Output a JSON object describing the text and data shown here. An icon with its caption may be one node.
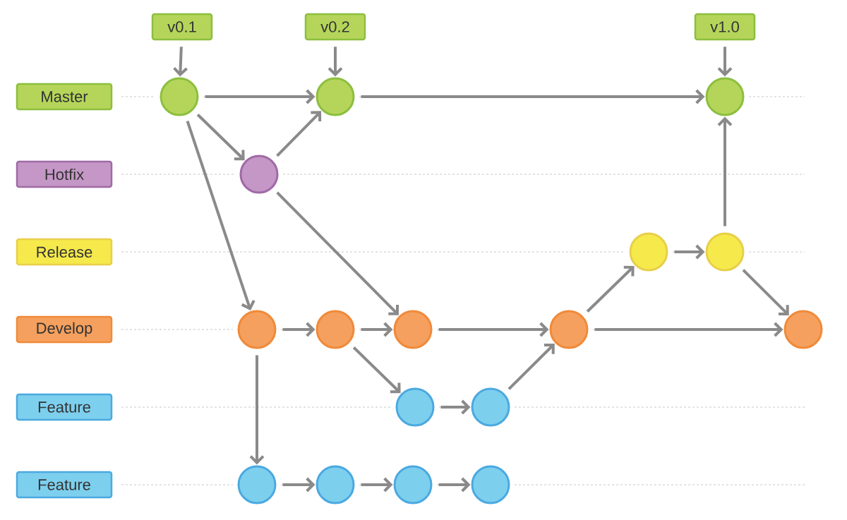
{
  "diagram": {
    "nodes": [
      {
        "text": [
          "v0.1"
        ]
      },
      {
        "text": [
          "v0.2"
        ]
      },
      {
        "text": [
          "v1.0"
        ]
      },
      {
        "text": [
          "Master"
        ]
      },
      {
        "text": [],
        "shape": "circle"
      },
      {
        "text": [],
        "shape": "circle"
      },
      {
        "text": [],
        "shape": "circle"
      },
      {
        "text": [
          "Hotfix"
        ]
      },
      {
        "text": [],
        "shape": "circle"
      },
      {
        "text": [
          "Release"
        ]
      },
      {
        "text": [],
        "shape": "circle"
      },
      {
        "text": [],
        "shape": "circle"
      },
      {
        "text": [
          "Develop"
        ]
      },
      {
        "text": [],
        "shape": "circle"
      },
      {
        "text": [],
        "shape": "circle"
      },
      {
        "text": [],
        "shape": "circle"
      },
      {
        "text": [],
        "shape": "circle"
      },
      {
        "text": [],
        "shape": "circle"
      },
      {
        "text": [
          "Feature"
        ]
      },
      {
        "text": [],
        "shape": "circle"
      },
      {
        "text": [],
        "shape": "circle"
      },
      {
        "text": [
          "Feature"
        ]
      },
      {
        "text": [],
        "shape": "circle"
      },
      {
        "text": [],
        "shape": "circle"
      },
      {
        "text": [],
        "shape": "circle"
      },
      {
        "text": [],
        "shape": "circle"
      }
    ],
    "edges": [
      {
        "from": 0,
        "to": 4,
        "arrow": "to"
      },
      {
        "from": 1,
        "to": 5,
        "arrow": "to"
      },
      {
        "from": 2,
        "to": 6,
        "arrow": "to"
      },
      {
        "from": 4,
        "to": 5,
        "arrow": "to"
      },
      {
        "from": 5,
        "to": 6,
        "arrow": "to"
      },
      {
        "from": 4,
        "to": 8,
        "arrow": "to"
      },
      {
        "from": 8,
        "to": 5,
        "arrow": "to"
      },
      {
        "from": 4,
        "to": 13,
        "arrow": "to"
      },
      {
        "from": 8,
        "to": 15,
        "arrow": "to"
      },
      {
        "from": 13,
        "to": 14,
        "arrow": "to"
      },
      {
        "from": 14,
        "to": 15,
        "arrow": "to"
      },
      {
        "from": 15,
        "to": 16,
        "arrow": "to"
      },
      {
        "from": 16,
        "to": 17,
        "arrow": "to"
      },
      {
        "from": 13,
        "to": 22,
        "arrow": "to"
      },
      {
        "from": 14,
        "to": 19,
        "arrow": "to"
      },
      {
        "from": 19,
        "to": 20,
        "arrow": "to"
      },
      {
        "from": 20,
        "to": 16,
        "arrow": "to"
      },
      {
        "from": 16,
        "to": 10,
        "arrow": "to"
      },
      {
        "from": 10,
        "to": 11,
        "arrow": "to"
      },
      {
        "from": 11,
        "to": 6,
        "arrow": "to"
      },
      {
        "from": 11,
        "to": 17,
        "arrow": "to"
      },
      {
        "from": 22,
        "to": 23,
        "arrow": "to"
      },
      {
        "from": 23,
        "to": 24,
        "arrow": "to"
      },
      {
        "from": 24,
        "to": 25,
        "arrow": "to"
      }
    ]
  }
}
